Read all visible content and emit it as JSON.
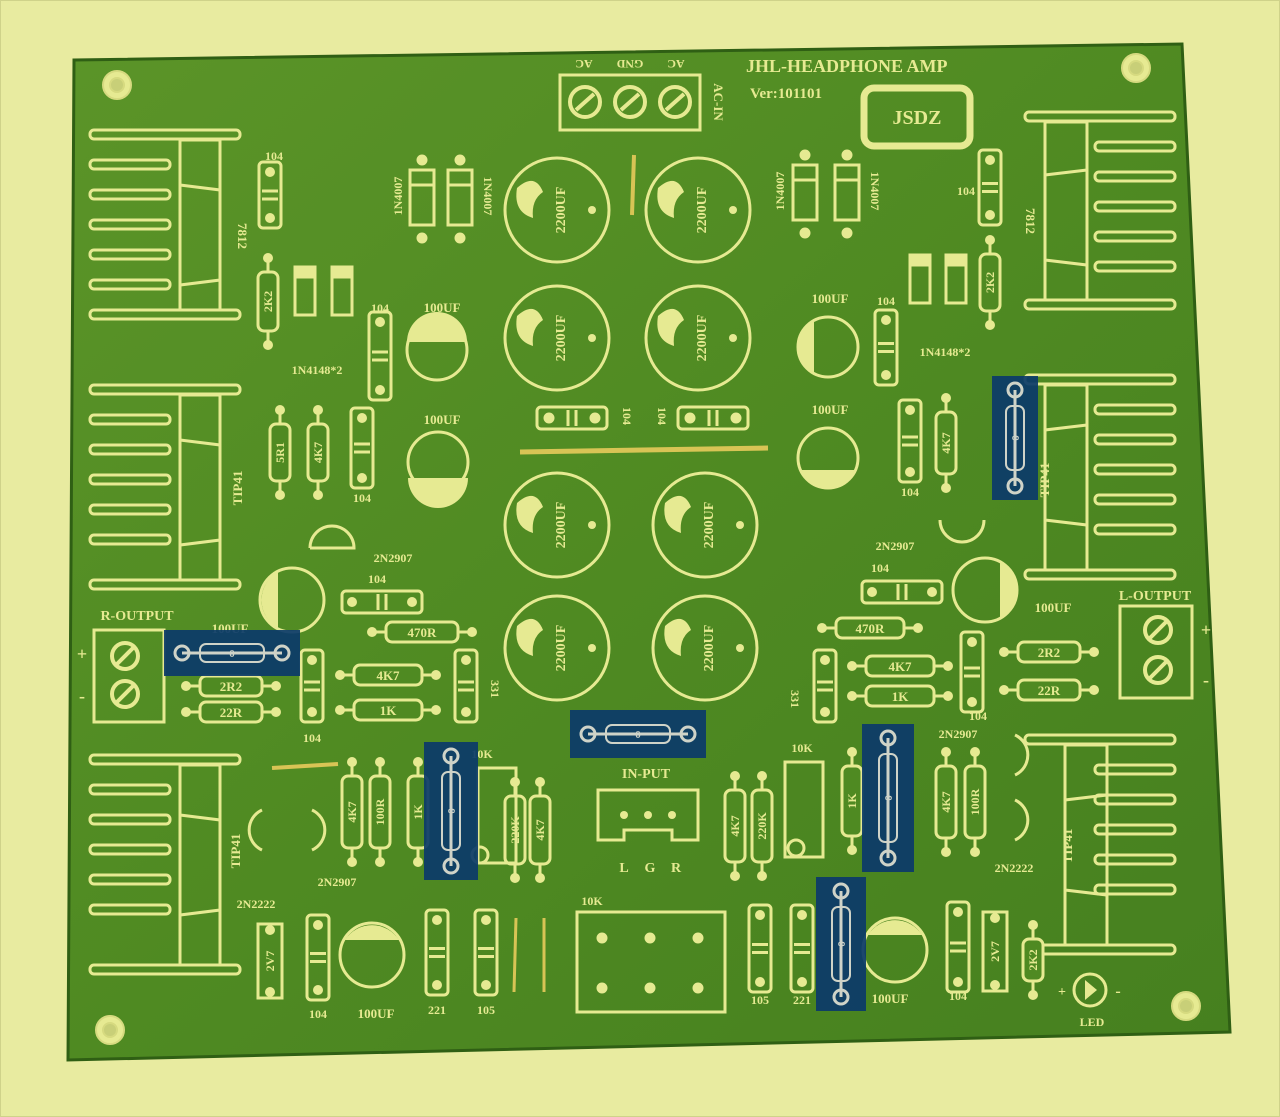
{
  "board": {
    "title": "JHL-HEADPHONE AMP",
    "version": "Ver:101101",
    "logo": "JSDZ",
    "colors": {
      "background": "#e8eba0",
      "pcb": "#4f8a22",
      "silk": "#e6ea92",
      "highlight": "#0b3a6a"
    }
  },
  "power": {
    "terminal_labels": [
      "AC",
      "GND",
      "AC"
    ],
    "ac_in": "AC-IN",
    "rectifier": [
      "1N4007",
      "1N4007",
      "1N4007",
      "1N4007"
    ],
    "filter_caps": [
      "2200UF",
      "2200UF",
      "2200UF",
      "2200UF",
      "2200UF",
      "2200UF",
      "2200UF",
      "2200UF"
    ]
  },
  "labels": {
    "regulator": "7812",
    "transistor_power": "TIP41",
    "transistor_pnp": "2N2907",
    "transistor_npn": "2N2222",
    "diode_pair": "1N4148*2",
    "cap_104": "104",
    "cap_100uf": "100UF",
    "cap_331": "331",
    "cap_221": "221",
    "cap_105": "105",
    "res_2k2": "2K2",
    "res_5r1": "5R1",
    "res_4k7": "4K7",
    "res_470r": "470R",
    "res_1k": "1K",
    "res_2r2": "2R2",
    "res_22r": "22R",
    "res_100r": "100R",
    "res_220k": "220K",
    "zener": "2V7",
    "pot": "10K",
    "input": "IN-PUT",
    "input_pins": [
      "L",
      "G",
      "R"
    ],
    "r_output": "R-OUTPUT",
    "l_output": "L-OUTPUT",
    "led": "LED",
    "plus": "+",
    "minus": "-",
    "jumper": "0"
  }
}
